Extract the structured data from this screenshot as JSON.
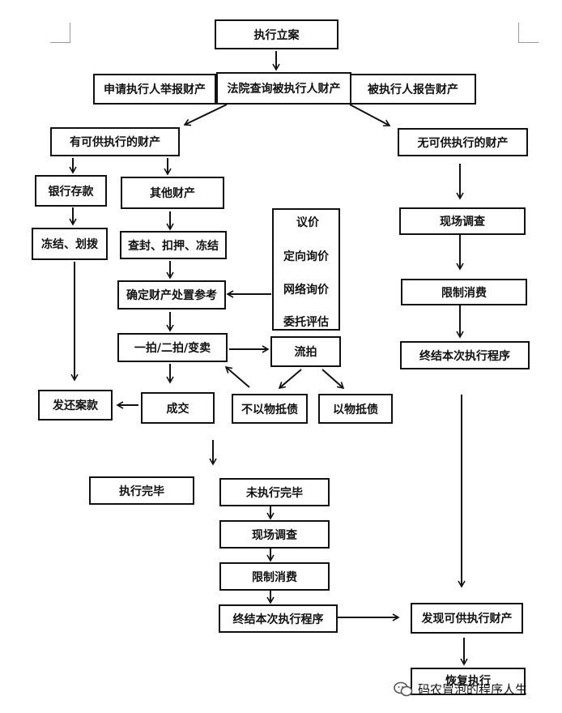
{
  "nodes": {
    "case_filing": "执行立案",
    "applicant_report": "申请执行人举报财产",
    "court_query": "法院查询被执行人财产",
    "debtor_report": "被执行人报告财产",
    "has_assets": "有可供执行的财产",
    "no_assets": "无可供执行的财产",
    "bank_deposit": "银行存款",
    "other_assets": "其他财产",
    "freeze_transfer": "冻结、划拨",
    "seal_seize_freeze": "查封、扣押、冻结",
    "valuation_methods": [
      "议价",
      "定向询价",
      "网络询价",
      "委托评估"
    ],
    "determine_reference": "确定财产处置参考",
    "auction": "一拍/二拍/变卖",
    "failed_auction": "流拍",
    "not_in_kind": "不以物抵债",
    "in_kind": "以物抵债",
    "deal": "成交",
    "release_payment": "发还案款",
    "site_survey_1": "现场调查",
    "limit_consumption_1": "限制消费",
    "terminate_1": "终结本次执行程序",
    "exec_complete": "执行完毕",
    "exec_incomplete": "未执行完毕",
    "site_survey_2": "现场调查",
    "limit_consumption_2": "限制消费",
    "terminate_2": "终结本次执行程序",
    "found_assets": "发现可供执行财产",
    "resume": "恢复执行"
  },
  "watermark": "码农冒泡的程序人生",
  "icons": {
    "watermark": "wechat-bubble-icon",
    "arrows": "arrow-icon"
  }
}
